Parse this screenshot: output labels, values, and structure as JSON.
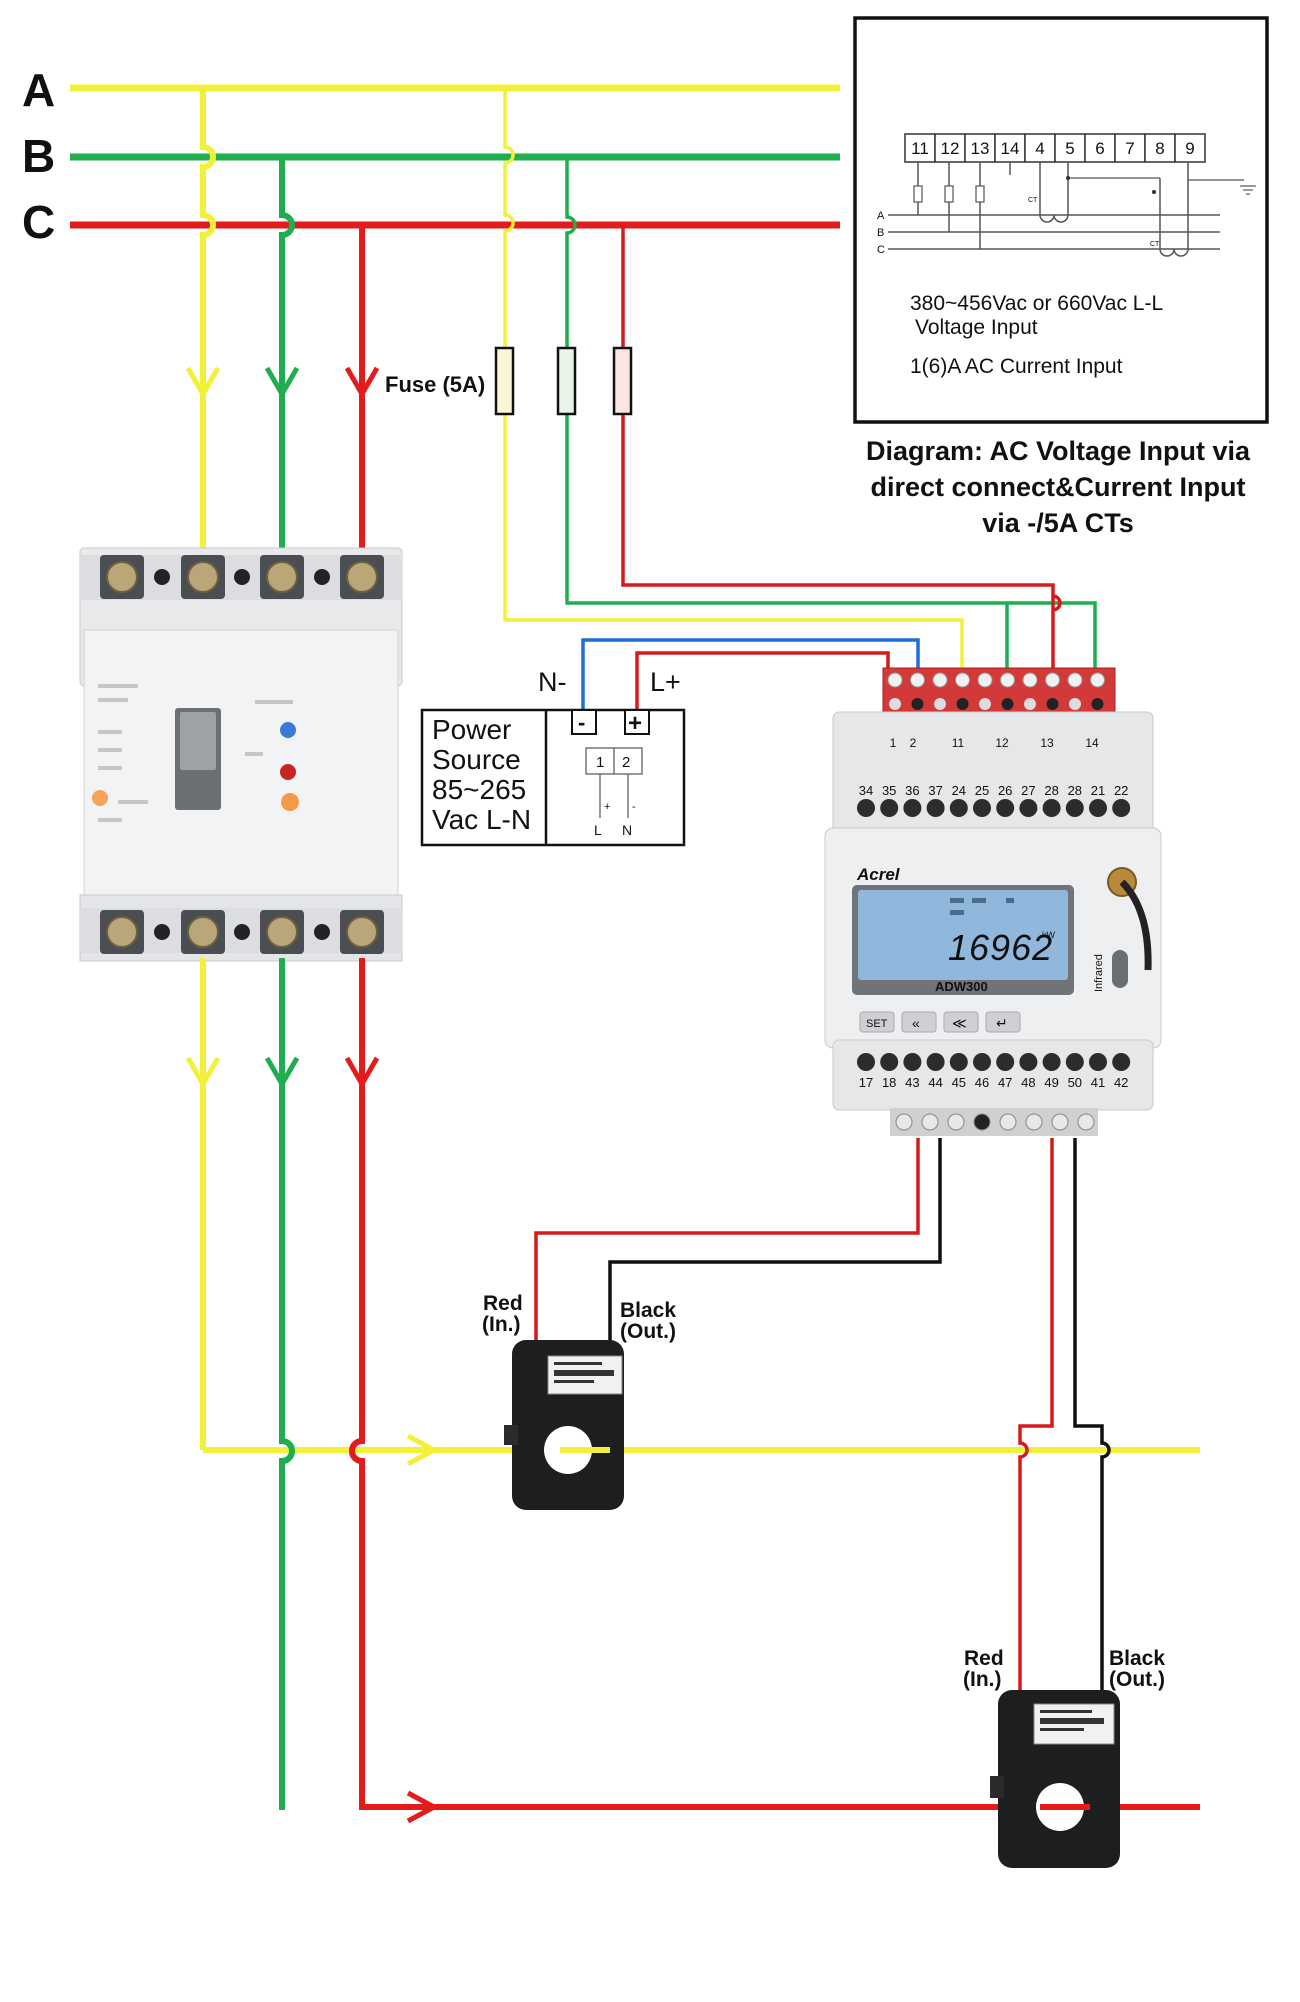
{
  "phases": {
    "a": {
      "label": "A",
      "color": "#f3f03a"
    },
    "b": {
      "label": "B",
      "color": "#1fae4f"
    },
    "c": {
      "label": "C",
      "color": "#e31b1b"
    }
  },
  "wire_colors": {
    "blue": "#1e6fd9",
    "black": "#111111",
    "red": "#d61a1a"
  },
  "fuse_label": "Fuse (5A)",
  "inset": {
    "terminals": [
      "11",
      "12",
      "13",
      "14",
      "4",
      "5",
      "6",
      "7",
      "8",
      "9"
    ],
    "row_labels": [
      "A",
      "B",
      "C"
    ],
    "ct_marks": [
      "CT",
      "CT"
    ],
    "voltage_line1": "380~456Vac or 660Vac L-L",
    "voltage_line2": "Voltage Input",
    "current_input": "1(6)A AC Current Input"
  },
  "caption": {
    "line1": "Diagram: AC Voltage Input via",
    "line2": "direct connect&Current Input",
    "line3": "via -/5A CTs"
  },
  "power": {
    "n_label": "N-",
    "l_label": "L+",
    "minus": "-",
    "plus": "+",
    "source_lines": [
      "Power",
      "Source",
      "85~265",
      "Vac L-N"
    ],
    "terminals": [
      "1",
      "2"
    ],
    "polarity": [
      "+",
      "-"
    ],
    "ln": [
      "L",
      "N"
    ]
  },
  "meter": {
    "brand": "Acrel",
    "model": "ADW300",
    "reading": "16962",
    "unit": "kW",
    "infrared": "Infrared",
    "top_terminals": [
      "1",
      "2",
      "11",
      "12",
      "13",
      "14"
    ],
    "mid_terminals": [
      "34",
      "35",
      "36",
      "37",
      "24",
      "25",
      "26",
      "27",
      "28",
      "28",
      "21",
      "22"
    ],
    "bottom_terminals": [
      "17",
      "18",
      "43",
      "44",
      "45",
      "46",
      "47",
      "48",
      "49",
      "50",
      "41",
      "42"
    ],
    "buttons": [
      "SET",
      "«",
      "≪",
      "↵"
    ]
  },
  "ct1": {
    "red_label": [
      "Red",
      "(In.)"
    ],
    "black_label": [
      "Black",
      "(Out.)"
    ]
  },
  "ct2": {
    "red_label": [
      "Red",
      "(In.)"
    ],
    "black_label": [
      "Black",
      "(Out.)"
    ]
  }
}
